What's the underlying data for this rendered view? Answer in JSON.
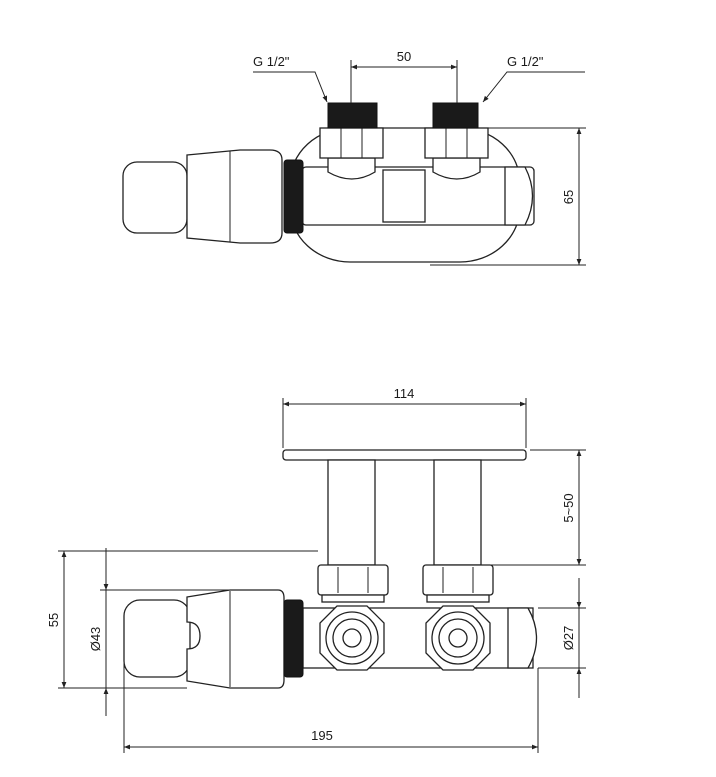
{
  "top_view": {
    "thread_left_label": "G 1/2\"",
    "thread_right_label": "G 1/2\"",
    "spacing_label": "50",
    "height_label": "65"
  },
  "front_view": {
    "plate_width_label": "114",
    "wall_distance_label": "5~50",
    "height_label": "55",
    "cap_diameter_label": "Ø43",
    "body_diameter_label": "Ø27",
    "length_label": "195"
  }
}
